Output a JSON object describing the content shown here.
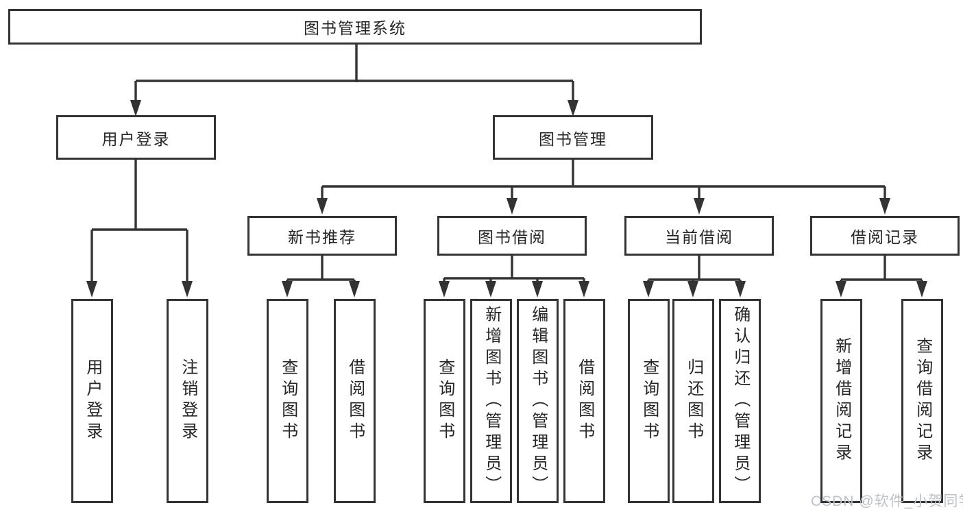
{
  "colors": {
    "line": "#333333",
    "text": "#262626",
    "background": "#ffffff",
    "watermark": "#bdc2c9"
  },
  "nodes": {
    "root": {
      "label": "图书管理系统"
    },
    "level2": [
      {
        "label": "用户登录"
      },
      {
        "label": "图书管理"
      }
    ],
    "level3": [
      {
        "label": "新书推荐",
        "parent": "图书管理"
      },
      {
        "label": "图书借阅",
        "parent": "图书管理"
      },
      {
        "label": "当前借阅",
        "parent": "图书管理"
      },
      {
        "label": "借阅记录",
        "parent": "图书管理"
      }
    ],
    "leaves": [
      {
        "label": "用户登录",
        "parent": "用户登录"
      },
      {
        "label": "注销登录",
        "parent": "用户登录"
      },
      {
        "label": "查询图书",
        "parent": "新书推荐"
      },
      {
        "label": "借阅图书",
        "parent": "新书推荐"
      },
      {
        "label": "查询图书",
        "parent": "图书借阅"
      },
      {
        "label": "新增图书（管理员）",
        "parent": "图书借阅"
      },
      {
        "label": "编辑图书（管理员）",
        "parent": "图书借阅"
      },
      {
        "label": "借阅图书",
        "parent": "图书借阅"
      },
      {
        "label": "查询图书",
        "parent": "当前借阅"
      },
      {
        "label": "归还图书",
        "parent": "当前借阅"
      },
      {
        "label": "确认归还（管理员）",
        "parent": "当前借阅"
      },
      {
        "label": "新增借阅记录",
        "parent": "借阅记录"
      },
      {
        "label": "查询借阅记录",
        "parent": "借阅记录"
      }
    ]
  },
  "watermark": {
    "text": "CSDN @软件_小贺同学"
  }
}
